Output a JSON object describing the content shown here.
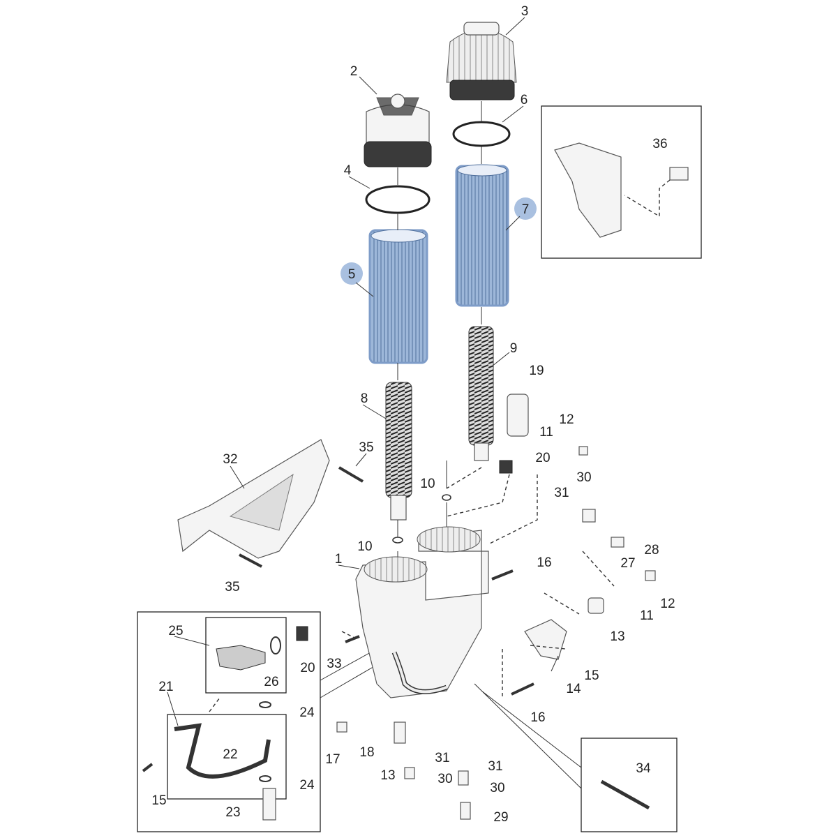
{
  "diagram": {
    "title": "Oil filter housing exploded view",
    "highlight_color": "#a9c0e0",
    "filter_color": "#9db7d9",
    "callouts": [
      "3",
      "2",
      "6",
      "36",
      "4",
      "7",
      "5",
      "9",
      "19",
      "8",
      "12",
      "11",
      "35",
      "32",
      "20",
      "30",
      "10",
      "31",
      "10",
      "28",
      "1",
      "27",
      "16",
      "35",
      "12",
      "11",
      "25",
      "13",
      "20",
      "26",
      "33",
      "15",
      "21",
      "14",
      "24",
      "16",
      "22",
      "17",
      "18",
      "31",
      "31",
      "34",
      "13",
      "30",
      "30",
      "24",
      "15",
      "23",
      "29"
    ],
    "highlighted": [
      "7",
      "5"
    ]
  }
}
